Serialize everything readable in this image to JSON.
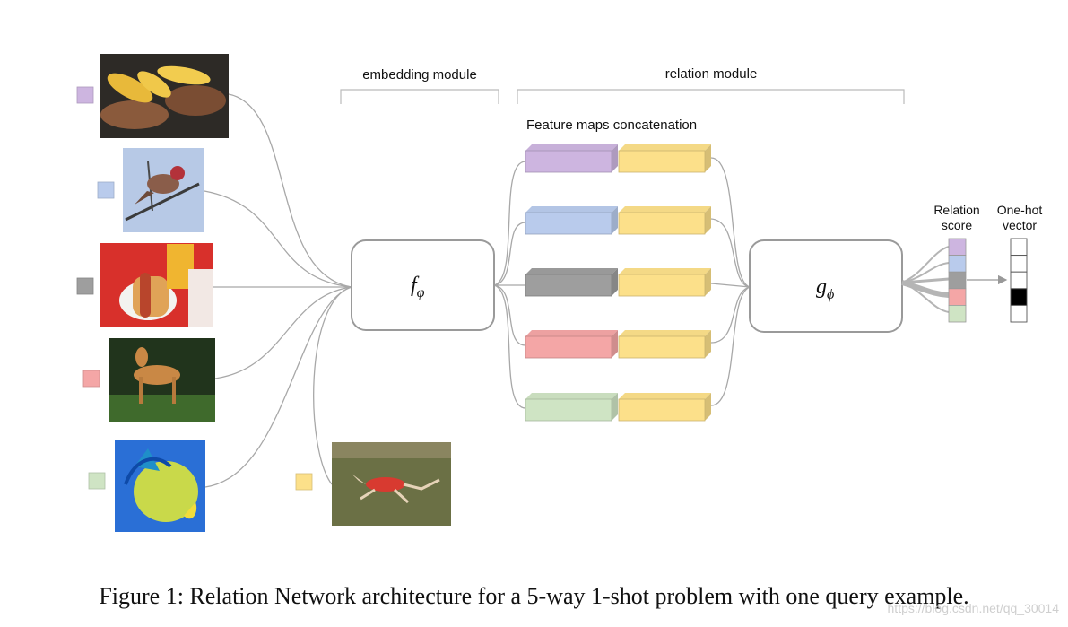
{
  "diagram": {
    "embedding_label": "embedding module",
    "relation_label": "relation module",
    "concat_label": "Feature maps concatenation",
    "f_symbol": "f",
    "f_sub": "φ",
    "g_symbol": "g",
    "g_sub": "ϕ",
    "relation_score_label": [
      "Relation",
      "score"
    ],
    "onehot_label": [
      "One-hot",
      "vector"
    ],
    "class_colors": [
      "#cdb5e0",
      "#b9cbec",
      "#9e9e9e",
      "#f4a6a6",
      "#cfe4c4"
    ],
    "query_color": "#fce08a",
    "onehot_cells": [
      0,
      0,
      0,
      1,
      0
    ]
  },
  "images": [
    {
      "name": "corn-and-steak-image"
    },
    {
      "name": "red-bird-image"
    },
    {
      "name": "hotdog-image"
    },
    {
      "name": "saluki-dog-image"
    },
    {
      "name": "angelfish-image"
    },
    {
      "name": "running-dog-query-image"
    }
  ],
  "caption": "Figure 1: Relation Network architecture for a 5-way 1-shot problem with one query example.",
  "watermark": "https://blog.csdn.net/qq_30014"
}
